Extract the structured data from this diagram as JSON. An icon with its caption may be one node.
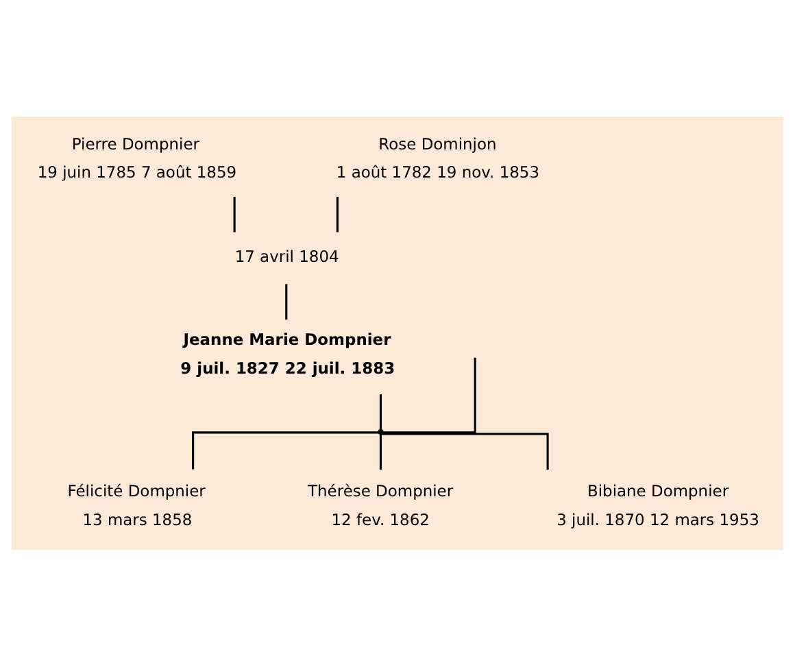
{
  "diagram": {
    "nodes": [
      {
        "text": [
          "Pierre Dompnier",
          "19 juin 1785 7 août 1859"
        ]
      },
      {
        "text": [
          "Rose Dominjon",
          "1 août 1782 19 nov. 1853"
        ]
      },
      {
        "text": [
          "17 avril 1804"
        ]
      },
      {
        "text": [
          "Jeanne Marie Dompnier",
          "9 juil. 1827 22 juil. 1883"
        ]
      },
      {
        "text": [],
        "shape": "point"
      },
      {
        "text": [
          "Félicité Dompnier",
          "13 mars 1858"
        ]
      },
      {
        "text": [
          "Thérèse Dompnier",
          "12 fev. 1862"
        ]
      },
      {
        "text": [
          "Bibiane Dompnier",
          "3 juil. 1870 12 mars 1953"
        ]
      }
    ],
    "edges": [
      {
        "from": 0,
        "to": 2,
        "arrow": "none"
      },
      {
        "from": 1,
        "to": 2,
        "arrow": "none"
      },
      {
        "from": 2,
        "to": 3,
        "arrow": "none"
      },
      {
        "from": null,
        "to": 4,
        "arrow": "none"
      },
      {
        "from": 3,
        "to": 4,
        "arrow": "none"
      },
      {
        "from": 4,
        "to": 5,
        "arrow": "none"
      },
      {
        "from": 4,
        "to": 6,
        "arrow": "none"
      },
      {
        "from": 4,
        "to": 7,
        "arrow": "none"
      }
    ]
  }
}
